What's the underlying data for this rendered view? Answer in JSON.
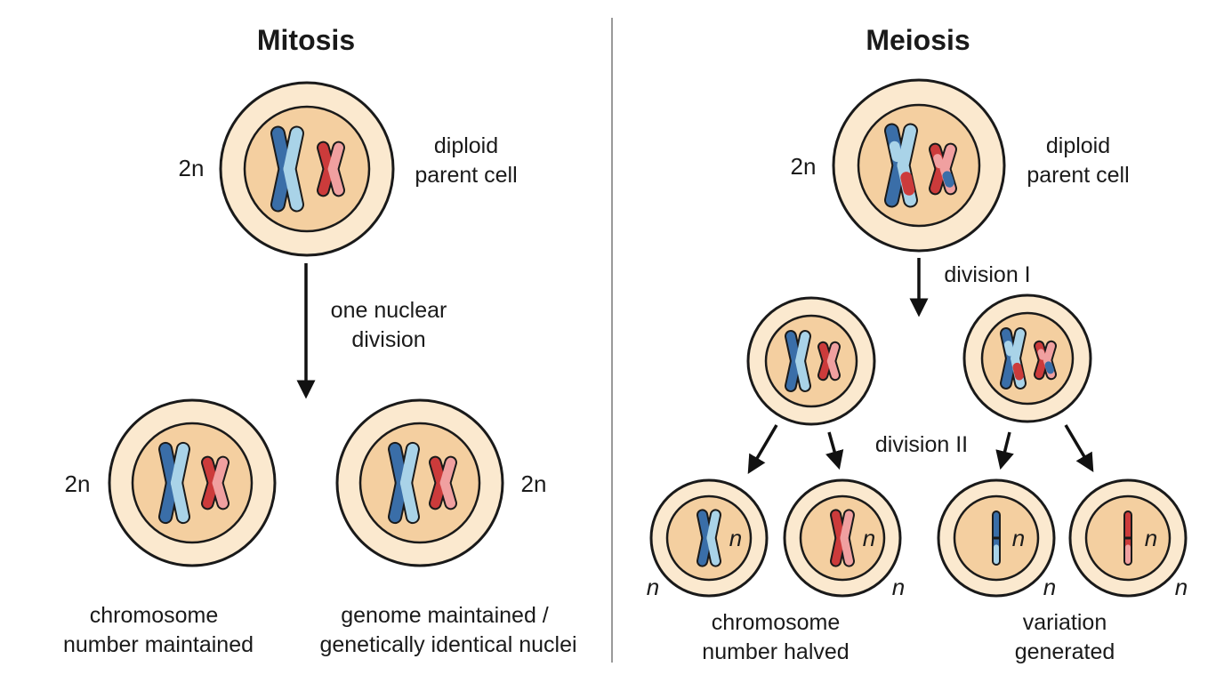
{
  "mitosis": {
    "title": "Mitosis",
    "parent_ploidy": "2n",
    "parent_label_1": "diploid",
    "parent_label_2": "parent cell",
    "division_label_1": "one nuclear",
    "division_label_2": "division",
    "daughter_left_ploidy": "2n",
    "daughter_right_ploidy": "2n",
    "caption_left_1": "chromosome",
    "caption_left_2": "number maintained",
    "caption_right_1": "genome maintained /",
    "caption_right_2": "genetically identical nuclei"
  },
  "meiosis": {
    "title": "Meiosis",
    "parent_ploidy": "2n",
    "parent_label_1": "diploid",
    "parent_label_2": "parent cell",
    "division_1_label": "division I",
    "division_2_label": "division II",
    "haploid_symbol": "n",
    "caption_left_1": "chromosome",
    "caption_left_2": "number halved",
    "caption_right_1": "variation",
    "caption_right_2": "generated"
  },
  "colors": {
    "cell_fill": "#f8e1bf",
    "cell_outer": "#fbe9cf",
    "nucleus_fill": "#f4cfa0",
    "outline": "#1a1a1a",
    "chrom_blue_dark": "#3a6ea8",
    "chrom_blue_light": "#a9d3e8",
    "chrom_red_dark": "#cc3b3b",
    "chrom_red_light": "#f0a0a0",
    "divider": "#999999"
  }
}
